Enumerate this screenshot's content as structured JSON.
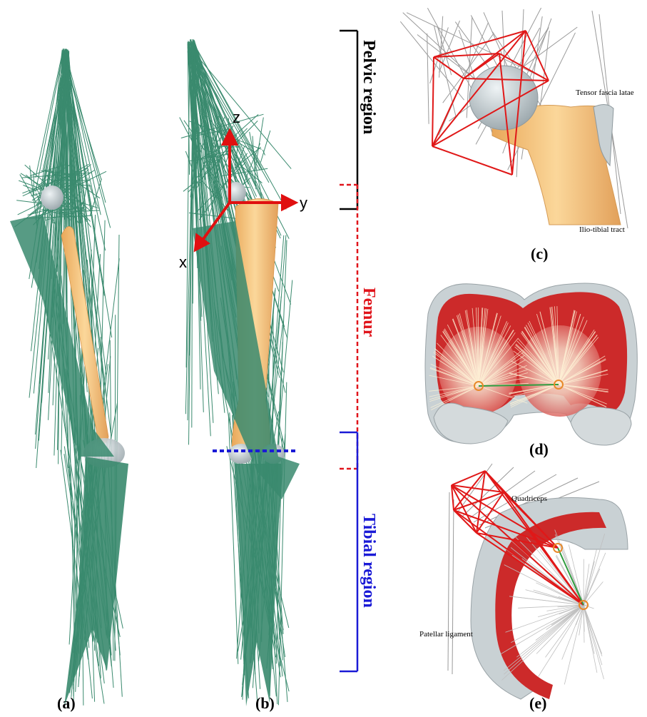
{
  "panels": {
    "a": "(a)",
    "b": "(b)",
    "c": "(c)",
    "d": "(d)",
    "e": "(e)"
  },
  "axes": {
    "x": "x",
    "y": "y",
    "z": "z"
  },
  "regions": {
    "pelvic": {
      "label": "Pelvic region",
      "color": "#000000"
    },
    "femur": {
      "label": "Femur",
      "color": "#e0141b"
    },
    "tibial": {
      "label": "Tibial region",
      "color": "#1a1ad6"
    }
  },
  "muscles": {
    "tensor": "Tensor fascia  latae",
    "iliotibial": "Ilio-tibial tract",
    "quadriceps": "Quadriceps",
    "patellar": "Patellar ligament"
  },
  "colors": {
    "muscle_lines": "#3a8a6e",
    "bone": "#f6c27a",
    "cartilage": "#c9d1d4",
    "axis_arrows": "#e01010",
    "knee_axis": "#1a1ad6",
    "condyle_red": "#cc2a2a"
  }
}
